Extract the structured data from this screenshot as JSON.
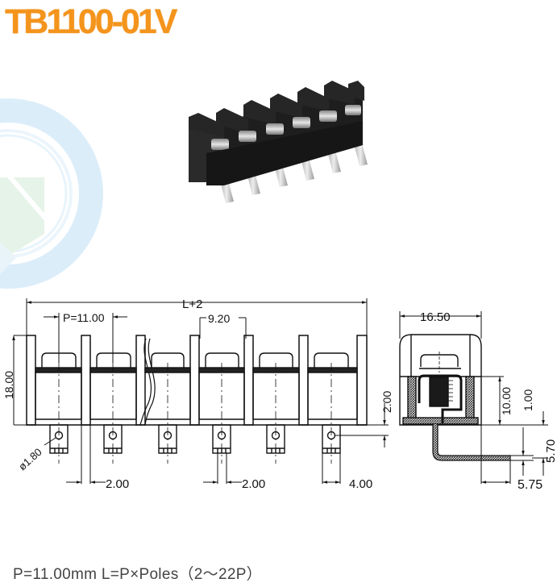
{
  "header": {
    "title": "TB1100-01V",
    "title_color": "#f4941c"
  },
  "watermark": {
    "description": "faint circular logo",
    "colors": [
      "#d6ecf8",
      "#dff0e4"
    ]
  },
  "product_photo": {
    "description": "black barrier terminal block, 6 poles, right-angle pins",
    "poles_shown": 6,
    "body_color": "#1c1c1c",
    "pin_color": "#c9c9c9"
  },
  "front_view": {
    "overall_length_label": "L+2",
    "pitch_label": "P=11.00",
    "barrier_gap_label": "9.20",
    "height_label": "18.00",
    "hole_diameter_label": "ø1.80",
    "pin_width_label_1": "2.00",
    "pin_width_label_2": "2.00",
    "pin_tab_label": "4.00",
    "hole_offset_label": "2.00",
    "poles_drawn": 6
  },
  "side_view": {
    "width_label": "16.50",
    "inner_height_label": "10.00",
    "pin_thickness_label": "1.00",
    "pin_drop_label": "5.70",
    "pin_extension_label": "5.75"
  },
  "footer": {
    "spec_text": "P=11.00mm  L=P×Poles（2～22P）"
  }
}
